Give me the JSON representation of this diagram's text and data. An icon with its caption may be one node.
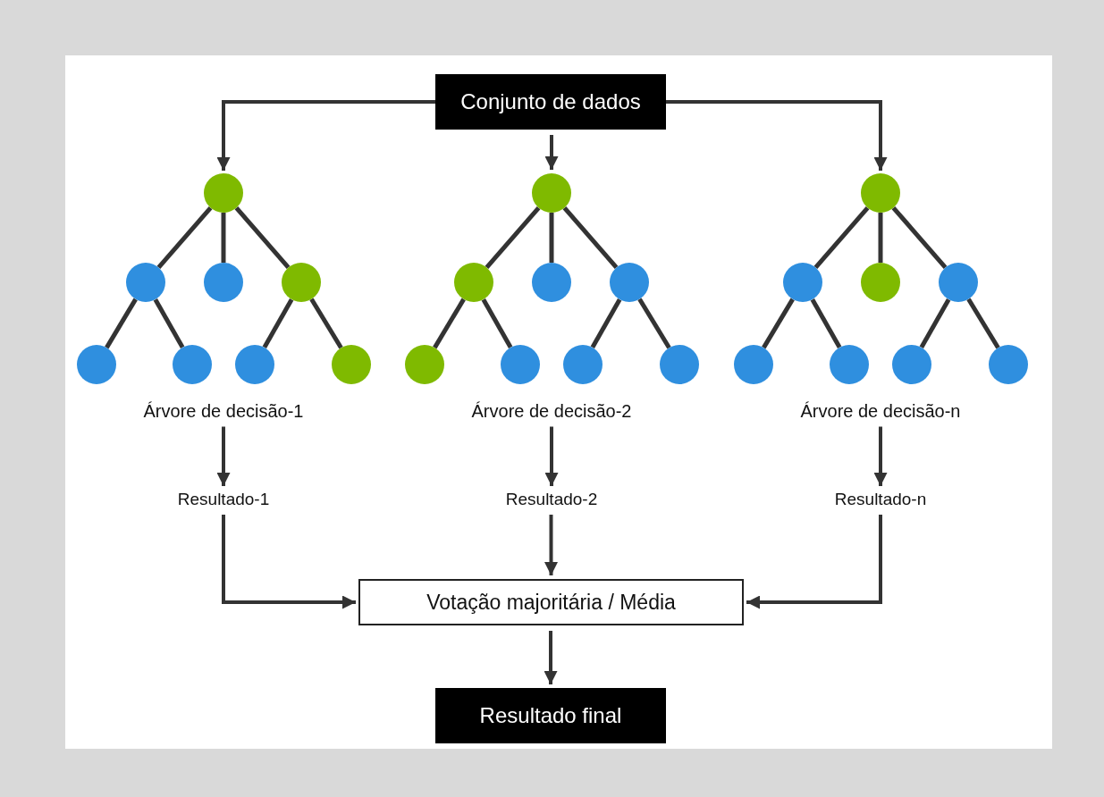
{
  "diagram": {
    "nodes": [
      {
        "text": [
          "Conjunto de dados"
        ]
      },
      {
        "text": [],
        "shape": "circle"
      },
      {
        "text": [],
        "shape": "circle"
      },
      {
        "text": [],
        "shape": "circle"
      },
      {
        "text": [],
        "shape": "circle"
      },
      {
        "text": [],
        "shape": "circle"
      },
      {
        "text": [],
        "shape": "circle"
      },
      {
        "text": [],
        "shape": "circle"
      },
      {
        "text": [],
        "shape": "circle"
      },
      {
        "text": [],
        "shape": "circle"
      },
      {
        "text": [],
        "shape": "circle"
      },
      {
        "text": [],
        "shape": "circle"
      },
      {
        "text": [],
        "shape": "circle"
      },
      {
        "text": [],
        "shape": "circle"
      },
      {
        "text": [],
        "shape": "circle"
      },
      {
        "text": [],
        "shape": "circle"
      },
      {
        "text": [],
        "shape": "circle"
      },
      {
        "text": [],
        "shape": "circle"
      },
      {
        "text": [],
        "shape": "circle"
      },
      {
        "text": [],
        "shape": "circle"
      },
      {
        "text": [],
        "shape": "circle"
      },
      {
        "text": [],
        "shape": "circle"
      },
      {
        "text": [],
        "shape": "circle"
      },
      {
        "text": [],
        "shape": "circle"
      },
      {
        "text": [],
        "shape": "circle"
      },
      {
        "text": [
          "Árvore de decisão-1"
        ]
      },
      {
        "text": [
          "Árvore de decisão-2"
        ]
      },
      {
        "text": [
          "Árvore de decisão-n"
        ]
      },
      {
        "text": [
          "Resultado-1"
        ]
      },
      {
        "text": [
          "Resultado-2"
        ]
      },
      {
        "text": [
          "Resultado-n"
        ]
      },
      {
        "text": [
          "Votação majoritária / Média"
        ]
      },
      {
        "text": [
          "Resultado final"
        ]
      }
    ],
    "edges": [
      {
        "from": 0,
        "to": 1,
        "arrow": "to"
      },
      {
        "from": 0,
        "to": 9,
        "arrow": "to"
      },
      {
        "from": 0,
        "to": 17,
        "arrow": "to"
      },
      {
        "from": 1,
        "to": 2,
        "arrow": "none"
      },
      {
        "from": 1,
        "to": 3,
        "arrow": "none"
      },
      {
        "from": 1,
        "to": 4,
        "arrow": "none"
      },
      {
        "from": 2,
        "to": 5,
        "arrow": "none"
      },
      {
        "from": 2,
        "to": 6,
        "arrow": "none"
      },
      {
        "from": 4,
        "to": 7,
        "arrow": "none"
      },
      {
        "from": 4,
        "to": 8,
        "arrow": "none"
      },
      {
        "from": 9,
        "to": 10,
        "arrow": "none"
      },
      {
        "from": 9,
        "to": 11,
        "arrow": "none"
      },
      {
        "from": 9,
        "to": 12,
        "arrow": "none"
      },
      {
        "from": 10,
        "to": 13,
        "arrow": "none"
      },
      {
        "from": 10,
        "to": 14,
        "arrow": "none"
      },
      {
        "from": 12,
        "to": 15,
        "arrow": "none"
      },
      {
        "from": 12,
        "to": 16,
        "arrow": "none"
      },
      {
        "from": 17,
        "to": 18,
        "arrow": "none"
      },
      {
        "from": 17,
        "to": 19,
        "arrow": "none"
      },
      {
        "from": 17,
        "to": 20,
        "arrow": "none"
      },
      {
        "from": 18,
        "to": 21,
        "arrow": "none"
      },
      {
        "from": 18,
        "to": 22,
        "arrow": "none"
      },
      {
        "from": 20,
        "to": 23,
        "arrow": "none"
      },
      {
        "from": 20,
        "to": 24,
        "arrow": "none"
      },
      {
        "from": 25,
        "to": 28,
        "arrow": "to"
      },
      {
        "from": 26,
        "to": 29,
        "arrow": "to"
      },
      {
        "from": 27,
        "to": 30,
        "arrow": "to"
      },
      {
        "from": 28,
        "to": 31,
        "arrow": "to"
      },
      {
        "from": 29,
        "to": 31,
        "arrow": "to"
      },
      {
        "from": 30,
        "to": 31,
        "arrow": "to"
      },
      {
        "from": 31,
        "to": 32,
        "arrow": "to"
      }
    ]
  }
}
